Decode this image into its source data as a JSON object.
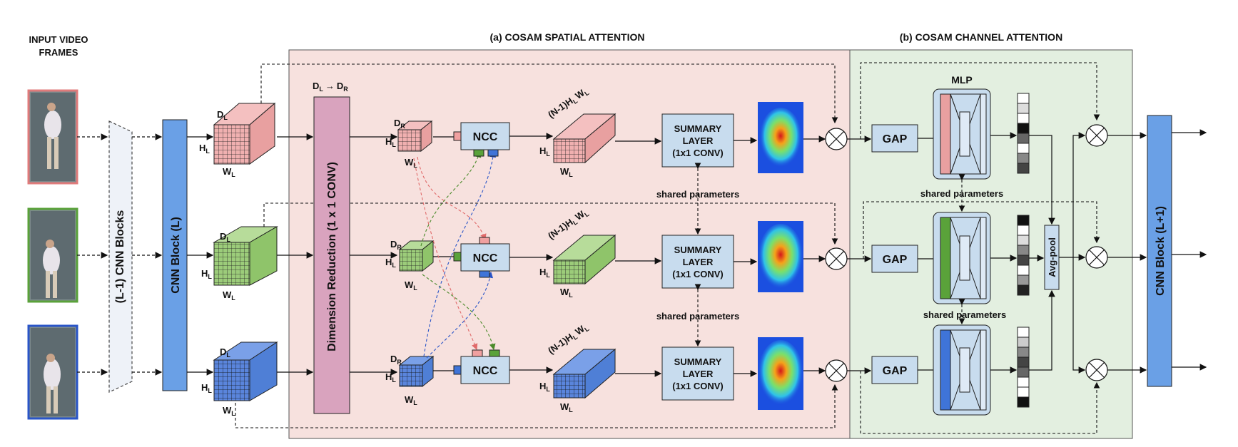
{
  "input": {
    "title_line1": "INPUT VIDEO",
    "title_line2": "FRAMES"
  },
  "sections": {
    "spatial_title": "(a) COSAM SPATIAL ATTENTION",
    "channel_title": "(b) COSAM CHANNEL ATTENTION"
  },
  "blocks": {
    "l1_cnn": "(L-1) CNN Blocks",
    "cnn_l": "CNN Block (L)",
    "dim_red": "Dimension Reduction (1 x 1 CONV)",
    "dim_red_top_a": "D",
    "dim_red_top_a_sub": "L",
    "dim_red_top_arrow": "→",
    "dim_red_top_b": "D",
    "dim_red_top_b_sub": "R",
    "cnn_l1": "CNN Block (L+1)"
  },
  "tensor_labels": {
    "d": "D",
    "d_sub_l": "L",
    "d_sub_r": "R",
    "h": "H",
    "h_sub": "L",
    "w": "W",
    "w_sub": "L",
    "ncc_out": "(N-1)H",
    "ncc_out_sub": "L",
    "ncc_out_w": "W",
    "ncc_out_w_sub": "L"
  },
  "ncc": {
    "label": "NCC"
  },
  "summary": {
    "line1": "SUMMARY",
    "line2": "LAYER",
    "line3": "(1x1 CONV)"
  },
  "shared_params": "shared parameters",
  "gap": "GAP",
  "mlp": "MLP",
  "avgpool": "Avg-pool",
  "colors": {
    "red_tensor": "#e8a0a0",
    "green_tensor": "#8fc46a",
    "blue_tensor": "#4f7fd6",
    "spatial_bg": "#f7e1de",
    "channel_bg": "#e3efe0",
    "box_blue": "#c8dcee",
    "cnn_block": "#6aa0e6",
    "dim_red": "#d9a3be"
  }
}
